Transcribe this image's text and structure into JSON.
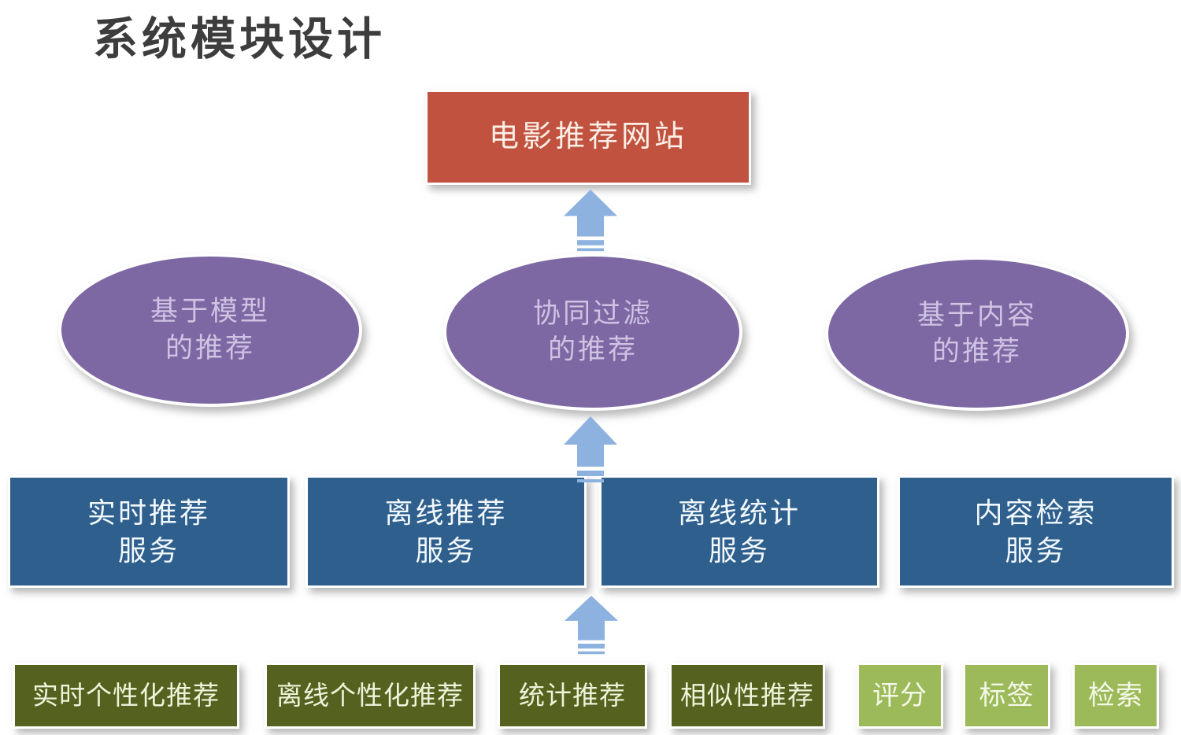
{
  "title": "系统模块设计",
  "website_box": {
    "label": "电影推荐网站"
  },
  "recommendation_ellipses": [
    {
      "label": "基于模型\n的推荐"
    },
    {
      "label": "协同过滤\n的推荐"
    },
    {
      "label": "基于内容\n的推荐"
    }
  ],
  "service_boxes": [
    {
      "label": "实时推荐\n服务"
    },
    {
      "label": "离线推荐\n服务"
    },
    {
      "label": "离线统计\n服务"
    },
    {
      "label": "内容检索\n服务"
    }
  ],
  "module_boxes": [
    {
      "label": "实时个性化推荐",
      "variant": "dark"
    },
    {
      "label": "离线个性化推荐",
      "variant": "dark"
    },
    {
      "label": "统计推荐",
      "variant": "dark"
    },
    {
      "label": "相似性推荐",
      "variant": "dark"
    },
    {
      "label": "评分",
      "variant": "light"
    },
    {
      "label": "标签",
      "variant": "light"
    },
    {
      "label": "检索",
      "variant": "light"
    }
  ],
  "icons": {
    "arrow": "up-striped-arrow"
  },
  "colors": {
    "website_box": "#c1523f",
    "ellipse_fill": "#7d68a4",
    "ellipse_text": "#cfc2e2",
    "service_fill": "#2e5f8d",
    "module_dark_fill": "#55621f",
    "module_light_fill": "#9dba5a",
    "arrow_fill": "#8db2e0",
    "title_text": "#3d3d3d"
  }
}
